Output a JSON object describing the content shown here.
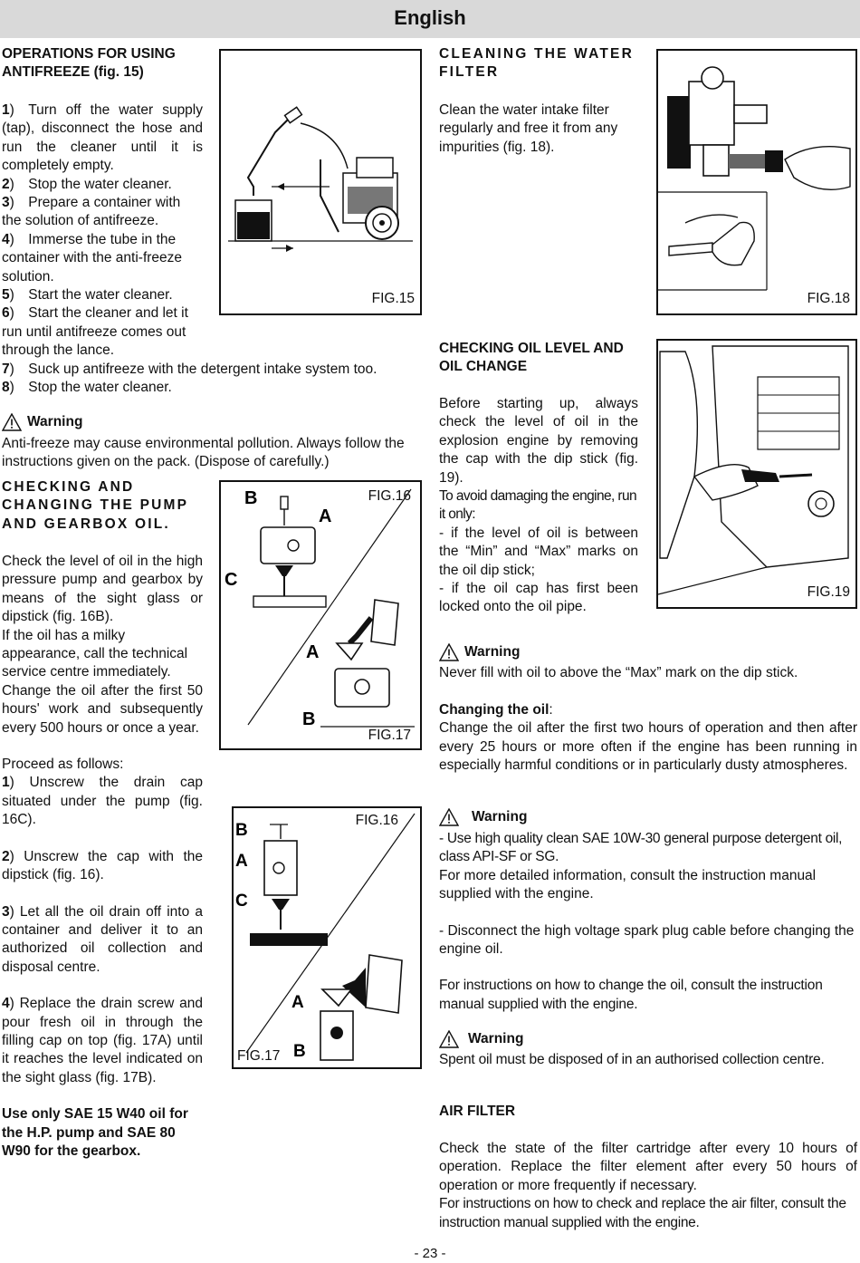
{
  "header": {
    "title": "English"
  },
  "left": {
    "antifreeze": {
      "heading": "OPERATIONS FOR USING ANTIFREEZE (fig. 15)",
      "steps": [
        {
          "num": "1",
          "text": ") Turn off the water supply (tap), disconnect the hose and run the cleaner until it is completely empty."
        },
        {
          "num": "2",
          "text": ") Stop the water cleaner."
        },
        {
          "num": "3",
          "text": ") Prepare a container with the solution of antifreeze."
        },
        {
          "num": "4",
          "text": ") Immerse the tube in the container with the anti-freeze solution."
        },
        {
          "num": "5",
          "text": ") Start the water cleaner."
        },
        {
          "num": "6",
          "text": ") Start the cleaner and let it run until antifreeze comes out through the lance."
        },
        {
          "num": "7",
          "text": ") Suck up antifreeze with the detergent intake system too."
        },
        {
          "num": "8",
          "text": ") Stop the water cleaner."
        }
      ],
      "warning_title": "Warning",
      "warning_text": "Anti-freeze may cause environmental pollution. Always follow the instructions given on the pack. (Dispose of carefully.)"
    },
    "pump_oil": {
      "heading": "CHECKING AND CHANGING THE PUMP AND GEARBOX OIL.",
      "paragraphs": [
        "Check the level of oil in the high pressure pump and gearbox by means of the sight glass or dipstick (fig. 16B).",
        "If the oil has a milky appearance, call the technical service centre immediately.",
        "Change the oil after the first 50 hours' work and subsequently every 500 hours or once a year."
      ],
      "proceed": "Proceed as follows:",
      "steps": [
        {
          "num": "1",
          "text": ") Unscrew the drain cap situated under the pump (fig. 16C)."
        },
        {
          "num": "2",
          "text": ") Unscrew the cap with the dipstick (fig. 16)."
        },
        {
          "num": "3",
          "text": ") Let all the oil drain off into a container and deliver it to an authorized oil collection and disposal centre."
        },
        {
          "num": "4",
          "text": ") Replace the drain screw and pour fresh oil in through the filling cap on top (fig. 17A) until it reaches the level indicated on the sight glass (fig. 17B)."
        }
      ],
      "note": "Use only SAE 15 W40 oil for the H.P. pump and SAE 80 W90 for the gearbox."
    },
    "figures": {
      "fig15": "FIG.15",
      "fig16a": "FIG.16",
      "fig17a": "FIG.17",
      "fig16b": "FIG.16",
      "fig17b": "FIG.17",
      "labels": {
        "A": "A",
        "B": "B",
        "C": "C"
      }
    }
  },
  "right": {
    "water_filter": {
      "heading": "CLEANING THE WATER FILTER",
      "text": "Clean the water intake filter regularly and free it from any impurities (fig. 18).",
      "fig": "FIG.18"
    },
    "oil_level": {
      "heading": "CHECKING OIL LEVEL AND OIL CHANGE",
      "p1": "Before starting up, always check the level of oil in the explosion engine by removing the cap with the dip stick (fig. 19).",
      "p2": "To avoid damaging the engine, run it only:",
      "p3": "- if the level of oil is between the “Min” and “Max” marks on the oil dip stick;",
      "p4": "- if the oil cap has first been locked onto the oil pipe.",
      "fig": "FIG.19",
      "warning_title": "Warning",
      "warning_text": "Never fill with oil to above the “Max” mark on the dip stick."
    },
    "changing_oil": {
      "heading": "Changing the oil",
      "colon": ":",
      "text": "Change the oil after the first two hours of operation and then after every 25 hours or more often if the engine has been running in especially harmful conditions or in particularly dusty atmospheres.",
      "warning_title": "Warning",
      "w1": "- Use high quality clean SAE 10W-30 general purpose detergent oil, class API-SF or SG.",
      "w2": "For more detailed information, consult the instruction manual supplied with the engine.",
      "w3": "- Disconnect the high voltage spark plug cable before changing the engine oil.",
      "w4": "For instructions on how to change the oil, consult the instruction manual supplied with the engine.",
      "warning2_title": "Warning",
      "warning2_text": "Spent oil must be disposed of in an authorised collection centre."
    },
    "air_filter": {
      "heading": "AIR FILTER",
      "p1": "Check the state of the filter cartridge after every 10 hours of operation. Replace the filter element after every 50 hours of operation or more frequently if necessary.",
      "p2": "For instructions on how to check and replace the air filter, consult the instruction manual supplied with the engine."
    }
  },
  "footer": {
    "page": "- 23 -"
  }
}
